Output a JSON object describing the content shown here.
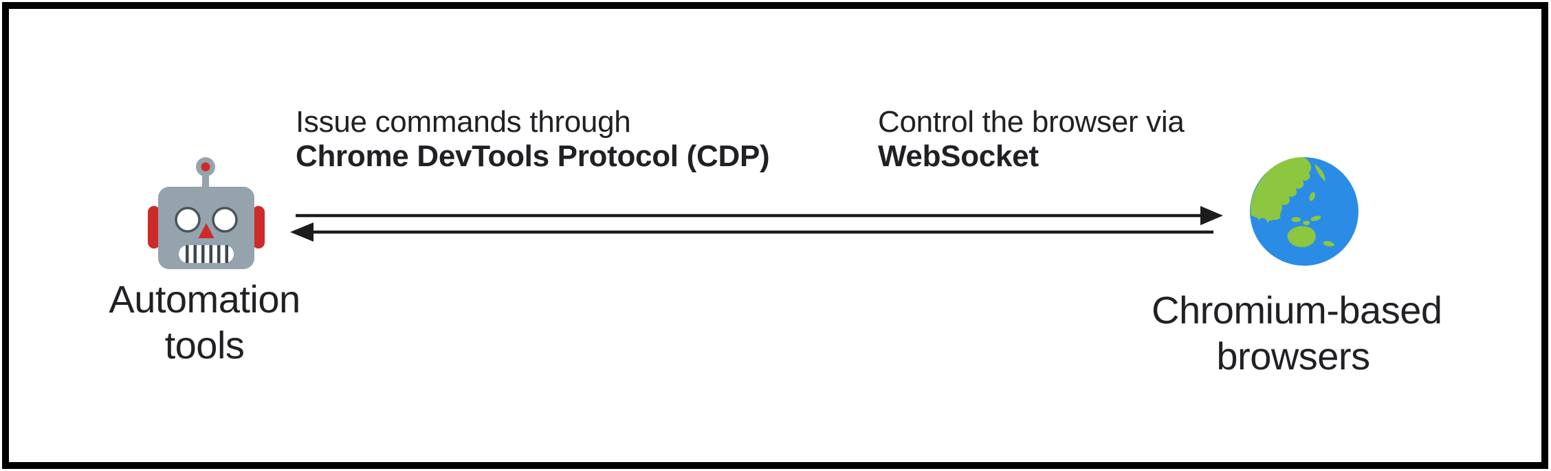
{
  "diagram": {
    "left_node": {
      "icon": "robot-emoji",
      "lines": [
        "Automation",
        "tools"
      ]
    },
    "right_node": {
      "icon": "globe-asia-australia-emoji",
      "lines": [
        "Chromium-based",
        "browsers"
      ]
    },
    "top_connection": {
      "direction": "left-to-right",
      "label_regular": "Issue commands through",
      "label_bold": "Chrome DevTools Protocol (CDP)"
    },
    "bottom_connection": {
      "direction": "right-to-left",
      "label_regular": "Control the browser via",
      "label_bold": "WebSocket"
    },
    "colors": {
      "frame_border": "#000000",
      "background": "#ffffff",
      "text": "#202124",
      "arrow": "#1c1c1c",
      "robot_head_gray": "#95a3ac",
      "robot_red": "#ce2a2a",
      "robot_eye_outline": "#49555c",
      "robot_teeth_dark": "#3e474c",
      "globe_ocean_blue": "#2b8ce6",
      "globe_land_green": "#8dc63f"
    }
  }
}
